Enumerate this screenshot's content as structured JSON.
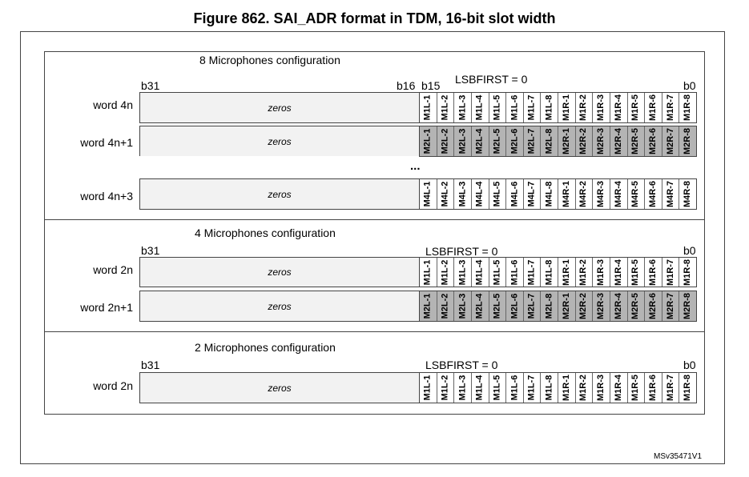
{
  "figure": {
    "title": "Figure 862. SAI_ADR format in TDM, 16-bit slot width",
    "reference": "MSv35471V1"
  },
  "sections": [
    {
      "title": "8 Microphones configuration",
      "msb_label": "b31",
      "mid_label_high": "b16",
      "mid_label_low": "b15",
      "lsb_label": "b0",
      "lsbfirst": "LSBFIRST = 0",
      "rows": [
        {
          "word": "word 4n",
          "zeros": "zeros",
          "cells": [
            "M1L-1",
            "M1L-2",
            "M1L-3",
            "M1L-4",
            "M1L-5",
            "M1L-6",
            "M1L-7",
            "M1L-8",
            "M1R-1",
            "M1R-2",
            "M1R-3",
            "M1R-4",
            "M1R-5",
            "M1R-6",
            "M1R-7",
            "M1R-8"
          ],
          "shaded": []
        },
        {
          "word": "word 4n+1",
          "zeros": "zeros",
          "cells": [
            "M2L-1",
            "M2L-2",
            "M2L-3",
            "M2L-4",
            "M2L-5",
            "M2L-6",
            "M2L-7",
            "M2L-8",
            "M2R-1",
            "M2R-2",
            "M2R-3",
            "M2R-4",
            "M2R-5",
            "M2R-6",
            "M2R-7",
            "M2R-8"
          ],
          "shaded": [
            0,
            1,
            2,
            3,
            4,
            5,
            6,
            7,
            8,
            9,
            10,
            11,
            12,
            13,
            14,
            15
          ]
        },
        {
          "word": "word 4n+3",
          "zeros": "zeros",
          "cells": [
            "M4L-1",
            "M4L-2",
            "M4L-3",
            "M4L-4",
            "M4L-5",
            "M4L-6",
            "M4L-7",
            "M4L-8",
            "M4R-1",
            "M4R-2",
            "M4R-3",
            "M4R-4",
            "M4R-5",
            "M4R-6",
            "M4R-7",
            "M4R-8"
          ],
          "shaded": []
        }
      ],
      "ellipsis": "..."
    },
    {
      "title": "4 Microphones configuration",
      "msb_label": "b31",
      "lsb_label": "b0",
      "lsbfirst": "LSBFIRST = 0",
      "rows": [
        {
          "word": "word 2n",
          "zeros": "zeros",
          "cells": [
            "M1L-1",
            "M1L-2",
            "M1L-3",
            "M1L-4",
            "M1L-5",
            "M1L-6",
            "M1L-7",
            "M1L-8",
            "M1R-1",
            "M1R-2",
            "M1R-3",
            "M1R-4",
            "M1R-5",
            "M1R-6",
            "M1R-7",
            "M1R-8"
          ],
          "shaded": []
        },
        {
          "word": "word 2n+1",
          "zeros": "zeros",
          "cells": [
            "M2L-1",
            "M2L-2",
            "M2L-3",
            "M2L-4",
            "M2L-5",
            "M2L-6",
            "M2L-7",
            "M2L-8",
            "M2R-1",
            "M2R-2",
            "M2R-3",
            "M2R-4",
            "M2R-5",
            "M2R-6",
            "M2R-7",
            "M2R-8"
          ],
          "shaded": [
            0,
            1,
            2,
            3,
            4,
            5,
            6,
            7,
            8,
            9,
            10,
            11,
            12,
            13,
            14,
            15
          ]
        }
      ]
    },
    {
      "title": "2 Microphones configuration",
      "msb_label": "b31",
      "lsb_label": "b0",
      "lsbfirst": "LSBFIRST = 0",
      "rows": [
        {
          "word": "word 2n",
          "zeros": "zeros",
          "cells": [
            "M1L-1",
            "M1L-2",
            "M1L-3",
            "M1L-4",
            "M1L-5",
            "M1L-6",
            "M1L-7",
            "M1L-8",
            "M1R-1",
            "M1R-2",
            "M1R-3",
            "M1R-4",
            "M1R-5",
            "M1R-6",
            "M1R-7",
            "M1R-8"
          ],
          "shaded": []
        }
      ]
    }
  ]
}
